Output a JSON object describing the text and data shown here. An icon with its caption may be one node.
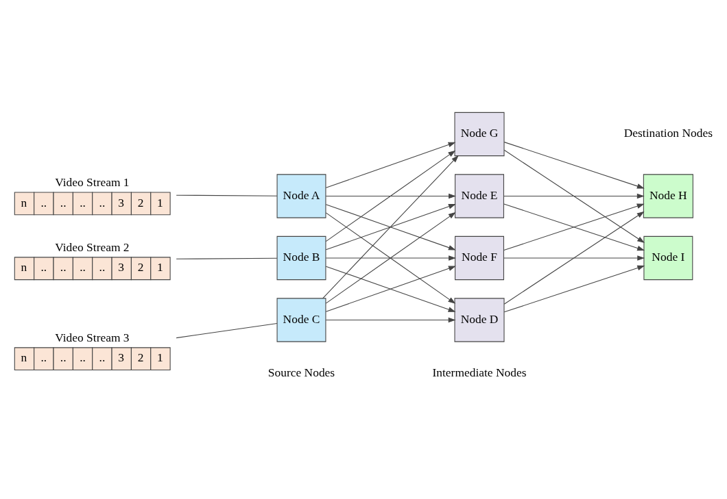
{
  "diagram": {
    "nodes": [
      {
        "text": [
          "Video Stream 1",
          "n",
          "..",
          "..",
          "..",
          "..",
          "3",
          "2",
          "1"
        ]
      },
      {
        "text": [
          "Video Stream 2",
          "n",
          "..",
          "..",
          "..",
          "..",
          "3",
          "2",
          "1"
        ]
      },
      {
        "text": [
          "Video Stream 3",
          "n",
          "..",
          "..",
          "..",
          "..",
          "3",
          "2",
          "1"
        ]
      },
      {
        "text": [
          "Node A"
        ]
      },
      {
        "text": [
          "Node B"
        ]
      },
      {
        "text": [
          "Node C"
        ]
      },
      {
        "text": [
          "Node D"
        ]
      },
      {
        "text": [
          "Node E"
        ]
      },
      {
        "text": [
          "Node F"
        ]
      },
      {
        "text": [
          "Node G"
        ]
      },
      {
        "text": [
          "Node H"
        ]
      },
      {
        "text": [
          "Node I"
        ]
      }
    ],
    "edges": [
      {
        "from": 0,
        "to": 3,
        "arrow": "none"
      },
      {
        "from": 1,
        "to": 4,
        "arrow": "none"
      },
      {
        "from": 2,
        "to": 5,
        "arrow": "none"
      },
      {
        "from": 3,
        "to": 6,
        "arrow": "to"
      },
      {
        "from": 3,
        "to": 7,
        "arrow": "to"
      },
      {
        "from": 3,
        "to": 8,
        "arrow": "to"
      },
      {
        "from": 3,
        "to": 9,
        "arrow": "to"
      },
      {
        "from": 4,
        "to": 6,
        "arrow": "to"
      },
      {
        "from": 4,
        "to": 7,
        "arrow": "to"
      },
      {
        "from": 4,
        "to": 8,
        "arrow": "to"
      },
      {
        "from": 4,
        "to": 9,
        "arrow": "to"
      },
      {
        "from": 5,
        "to": 6,
        "arrow": "to"
      },
      {
        "from": 5,
        "to": 7,
        "arrow": "to"
      },
      {
        "from": 5,
        "to": 8,
        "arrow": "to"
      },
      {
        "from": 5,
        "to": 9,
        "arrow": "to"
      },
      {
        "from": 6,
        "to": 10,
        "arrow": "to"
      },
      {
        "from": 6,
        "to": 11,
        "arrow": "to"
      },
      {
        "from": 7,
        "to": 10,
        "arrow": "to"
      },
      {
        "from": 7,
        "to": 11,
        "arrow": "to"
      },
      {
        "from": 8,
        "to": 10,
        "arrow": "to"
      },
      {
        "from": 8,
        "to": 11,
        "arrow": "to"
      },
      {
        "from": 9,
        "to": 10,
        "arrow": "to"
      },
      {
        "from": 9,
        "to": 11,
        "arrow": "to"
      }
    ],
    "labels": [
      "Source Nodes",
      "Intermediate Nodes",
      "Destination Nodes"
    ]
  }
}
